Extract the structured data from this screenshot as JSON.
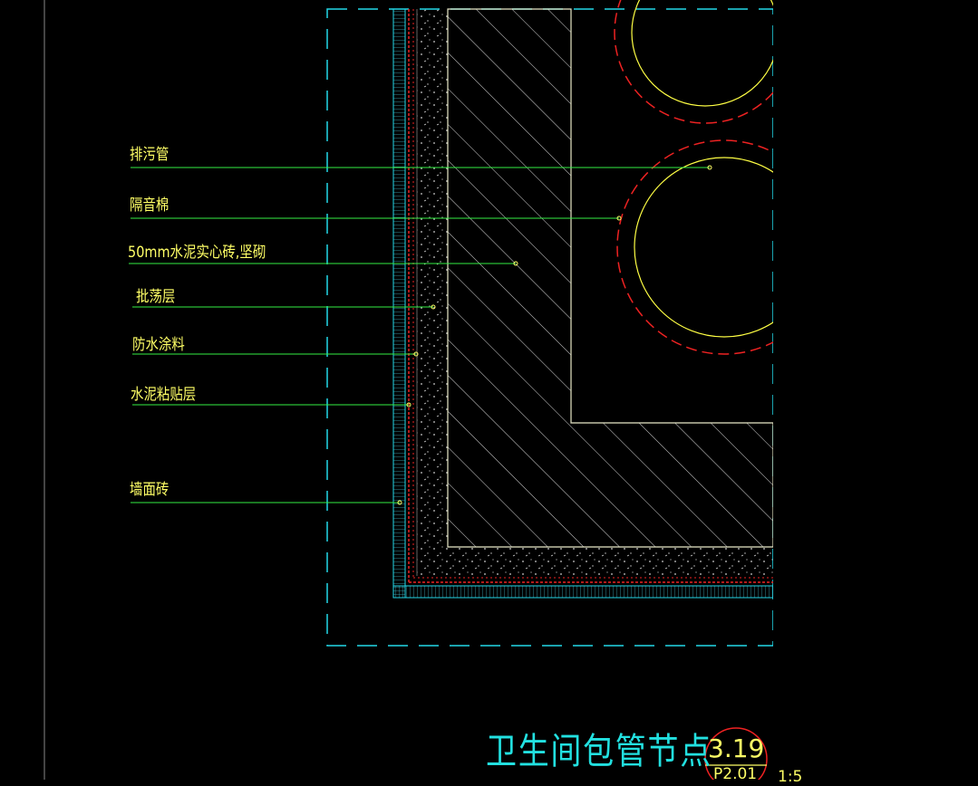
{
  "labels": [
    {
      "text": "排污管"
    },
    {
      "text": "隔音棉"
    },
    {
      "text": "50mm水泥实心砖,坚砌"
    },
    {
      "text": "批荡层"
    },
    {
      "text": "防水涂料"
    },
    {
      "text": "水泥粘贴层"
    },
    {
      "text": "墙面砖"
    }
  ],
  "title": "卫生间包管节点",
  "symbol": {
    "number": "3.19",
    "ref": "P2.01",
    "scale": "1:5"
  },
  "colors": {
    "background": "#000000",
    "label_text": "#ffff66",
    "leader": "#33ee44",
    "frame": "#22d8e8",
    "pipe": "#ffff44",
    "pipe_insulation": "#ee2222",
    "hatch": "#dddddd"
  }
}
